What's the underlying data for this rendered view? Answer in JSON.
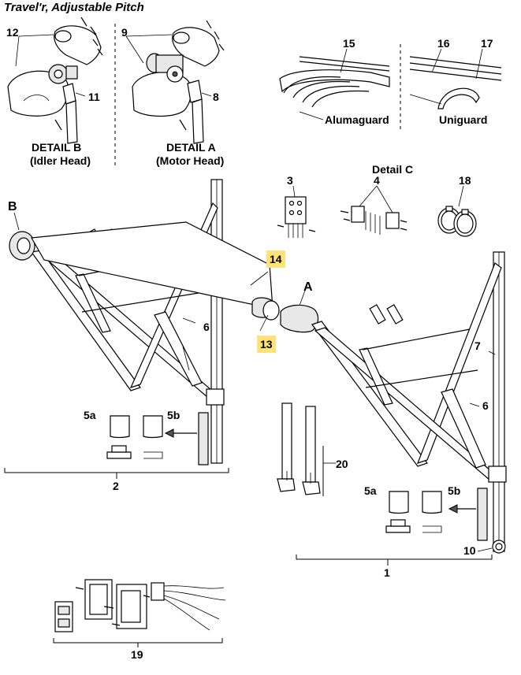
{
  "title": "Travel'r, Adjustable Pitch",
  "details": {
    "b_label": "DETAIL B",
    "b_sub": "(Idler Head)",
    "a_label": "DETAIL A",
    "a_sub": "(Motor Head)",
    "c_label": "Detail C"
  },
  "guards": {
    "alumaguard": "Alumaguard",
    "uniguard": "Uniguard"
  },
  "callouts": {
    "c1": "1",
    "c2": "2",
    "c3": "3",
    "c4": "4",
    "c5a_left": "5a",
    "c5b_left": "5b",
    "c5a_right": "5a",
    "c5b_right": "5b",
    "c6_left": "6",
    "c6_right": "6",
    "c7": "7",
    "c8": "8",
    "c9": "9",
    "c10": "10",
    "c11": "11",
    "c12": "12",
    "c13": "13",
    "c14": "14",
    "c15": "15",
    "c16": "16",
    "c17": "17",
    "c18": "18",
    "c19": "19",
    "c20": "20",
    "cA": "A",
    "cB": "B"
  },
  "highlight_color": "#ffe27a"
}
